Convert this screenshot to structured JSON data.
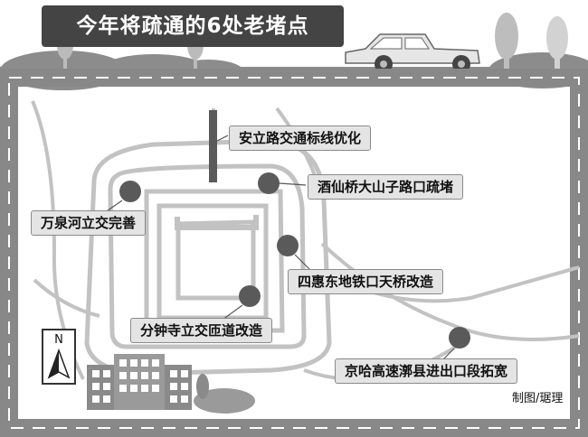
{
  "title": "今年将疏通的6处老堵点",
  "locations": [
    {
      "id": "anli",
      "label": "安立路交通标线优化"
    },
    {
      "id": "jiuxian",
      "label": "酒仙桥大山子路口疏堵"
    },
    {
      "id": "wanquan",
      "label": "万泉河立交完善"
    },
    {
      "id": "sihui",
      "label": "四惠东地铁口天桥改造"
    },
    {
      "id": "fenzhong",
      "label": "分钟寺立交匝道改造"
    },
    {
      "id": "jingha",
      "label": "京哈高速漷县进出口段拓宽"
    }
  ],
  "compass": {
    "label": "N"
  },
  "credit": "制图/琚理",
  "colors": {
    "title_bg": "#444444",
    "road_border": "#888888",
    "ring_line": "#c2c2c2",
    "marker": "#5a5a5a",
    "label_bg": "#e4e4e4"
  }
}
